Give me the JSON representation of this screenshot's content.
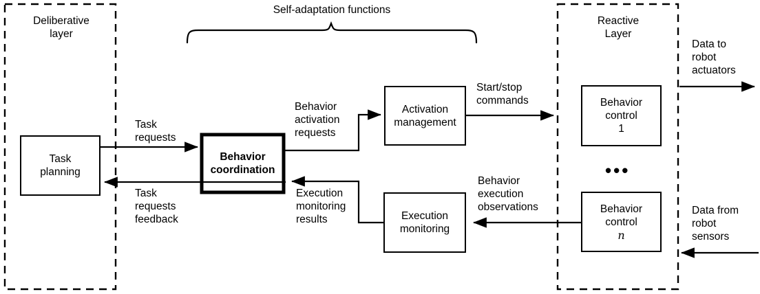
{
  "diagram": {
    "title": "Self-adaptation functions",
    "regions": [
      {
        "id": "deliberative",
        "label": "Deliberative\nlayer"
      },
      {
        "id": "reactive",
        "label": "Reactive\nLayer"
      }
    ],
    "nodes": [
      {
        "id": "task-planning",
        "label": "Task\nplanning",
        "bold": false
      },
      {
        "id": "behavior-coordination",
        "label": "Behavior\ncoordination",
        "bold": true
      },
      {
        "id": "activation-management",
        "label": "Activation\nmanagement",
        "bold": false
      },
      {
        "id": "execution-monitoring",
        "label": "Execution\nmonitoring",
        "bold": false
      },
      {
        "id": "behavior-control-1",
        "label": "Behavior\ncontrol\n1",
        "bold": false
      },
      {
        "id": "behavior-control-n",
        "label": "Behavior\ncontrol",
        "index": "n",
        "bold": false
      }
    ],
    "ellipsis": "•••",
    "edges": [
      {
        "id": "task-requests",
        "label": "Task\nrequests"
      },
      {
        "id": "task-requests-feedback",
        "label": "Task\nrequests\nfeedback"
      },
      {
        "id": "behavior-activation-requests",
        "label": "Behavior\nactivation\nrequests"
      },
      {
        "id": "execution-monitoring-results",
        "label": "Execution\nmonitoring\nresults"
      },
      {
        "id": "start-stop-commands",
        "label": "Start/stop\ncommands"
      },
      {
        "id": "behavior-execution-observations",
        "label": "Behavior\nexecution\nobservations"
      },
      {
        "id": "data-to-robot-actuators",
        "label": "Data to\nrobot\nactuators"
      },
      {
        "id": "data-from-robot-sensors",
        "label": "Data from\nrobot\nsensors"
      }
    ],
    "colors": {
      "stroke": "#000000",
      "background": "#ffffff"
    }
  }
}
